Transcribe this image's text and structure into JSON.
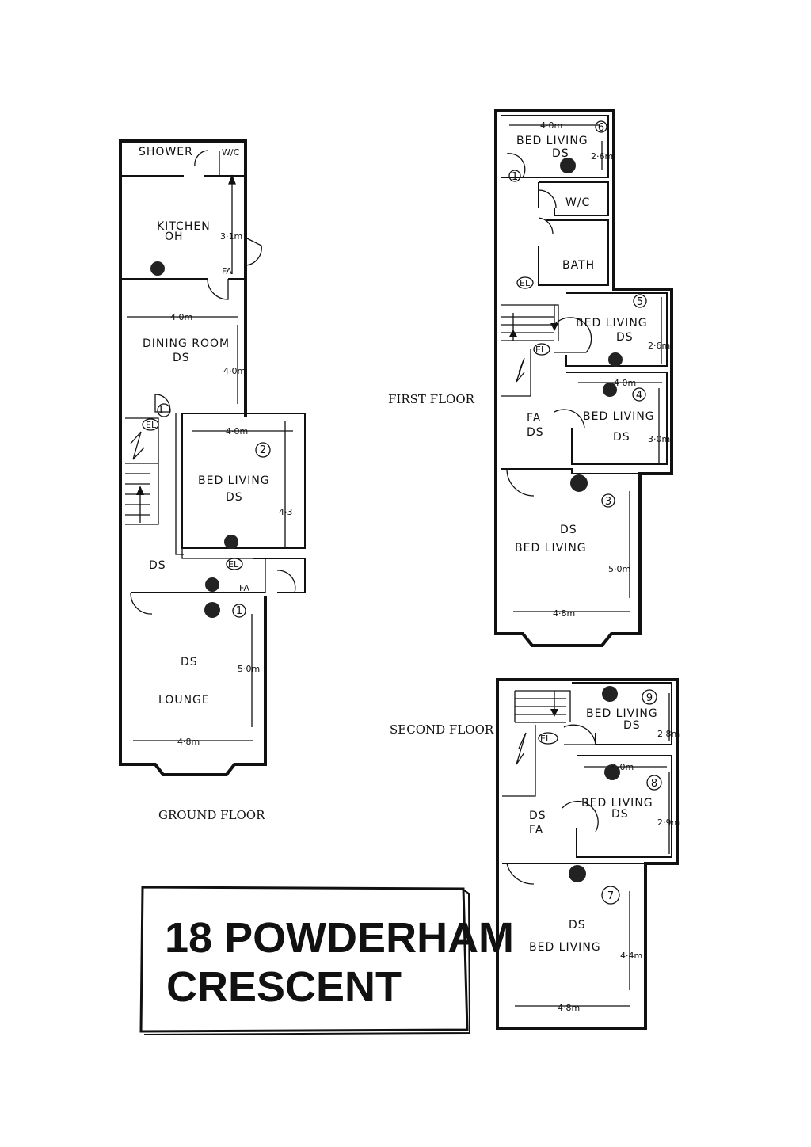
{
  "title": {
    "line1": "18 POWDERHAM",
    "line2": "CRESCENT"
  },
  "floors": {
    "ground": "GROUND FLOOR",
    "first": "FIRST FLOOR",
    "second": "SECOND FLOOR"
  },
  "ground": {
    "shower": "SHOWER",
    "wc": "W/C",
    "kitchen": "KITCHEN",
    "kitchen_oh": "OH",
    "kitchen_dim": "3·1m",
    "kitchen_fa": "FA",
    "dining_width": "4·0m",
    "dining": "DINING ROOM",
    "dining_ds": "DS",
    "dining_dim": "4·0m",
    "el": "EL",
    "bed2_width": "4·0m",
    "bed2_num": "2",
    "bed2_label": "BED LIVING",
    "bed2_ds": "DS",
    "bed2_dim": "4·3",
    "hall_ds": "DS",
    "el2": "EL",
    "hall_fa": "FA",
    "lounge_num": "1",
    "lounge_ds": "DS",
    "lounge_dim": "5·0m",
    "lounge": "LOUNGE",
    "lounge_width": "4·8m",
    "door1": "1"
  },
  "first": {
    "room6_width": "4·0m",
    "room6_num": "6",
    "room6_label": "BED LIVING",
    "room6_ds": "DS",
    "room6_dim": "2·6m",
    "door1": "1",
    "wc": "W/C",
    "bath": "BATH",
    "el": "EL",
    "el2": "EL",
    "room5_num": "5",
    "room5_label": "BED LIVING",
    "room5_ds": "DS",
    "room5_dim": "2·6m",
    "room4_width": "4·0m",
    "room4_num": "4",
    "room4_label": "BED LIVING",
    "room4_ds": "DS",
    "room4_dim": "3·0m",
    "landing_fa": "FA",
    "landing_ds": "DS",
    "room3_num": "3",
    "room3_ds": "DS",
    "room3_label": "BED LIVING",
    "room3_dim": "5·0m",
    "room3_width": "4·8m"
  },
  "second": {
    "el": "EL",
    "room9_num": "9",
    "room9_label": "BED LIVING",
    "room9_ds": "DS",
    "room9_dim": "2·8m",
    "room8_width": "4·0m",
    "room8_num": "8",
    "room8_label": "BED LIVING",
    "room8_ds": "DS",
    "room8_dim": "2·9m",
    "landing_ds": "DS",
    "landing_fa": "FA",
    "room7_num": "7",
    "room7_ds": "DS",
    "room7_label": "BED LIVING",
    "room7_dim": "4·4m",
    "room7_width": "4·8m"
  }
}
